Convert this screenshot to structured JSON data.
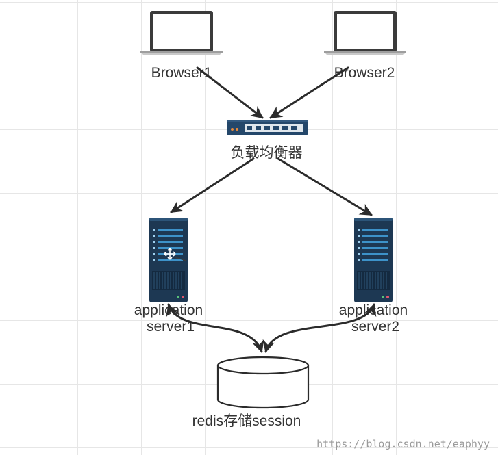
{
  "nodes": {
    "browser1": {
      "label": "Browser1"
    },
    "browser2": {
      "label": "Browser2"
    },
    "load_balancer": {
      "label": "负载均衡器"
    },
    "app_server1": {
      "label_line1": "application",
      "label_line2": "server1"
    },
    "app_server2": {
      "label_line1": "application",
      "label_line2": "server2"
    },
    "redis": {
      "label": "redis存储session"
    }
  },
  "watermark": "https://blog.csdn.net/eaphyy",
  "colors": {
    "arrow": "#2b2b2b",
    "server_body": "#1d3853",
    "server_slot": "#3d92c9",
    "switch_body": "#24476a",
    "grid": "#e6e6e6"
  }
}
